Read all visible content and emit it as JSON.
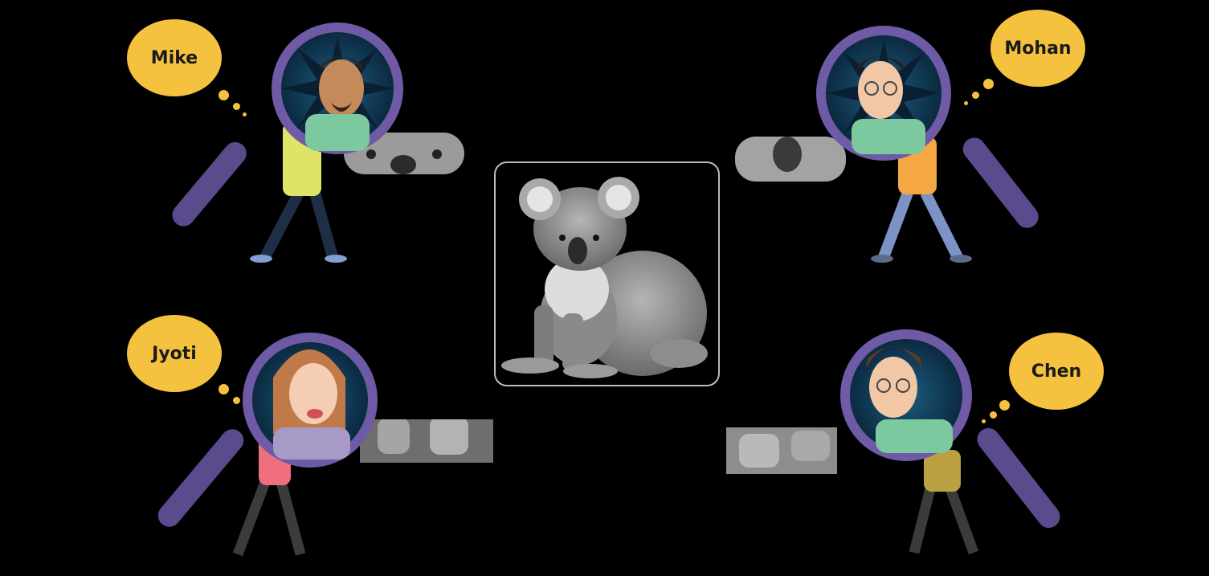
{
  "people": [
    {
      "id": "mike",
      "name": "Mike"
    },
    {
      "id": "mohan",
      "name": "Mohan"
    },
    {
      "id": "jyoti",
      "name": "Jyoti"
    },
    {
      "id": "chen",
      "name": "Chen"
    }
  ],
  "center_image": {
    "subject": "koala"
  },
  "colors": {
    "background": "#000000",
    "bubble": "#f4c23f",
    "lens_ring": "#6f5aa6",
    "lens_inner": "#0f3c5a",
    "handle": "#5b4a8c",
    "frame_border": "#bcbcbc",
    "koala_fur": "#8c8c8c"
  }
}
